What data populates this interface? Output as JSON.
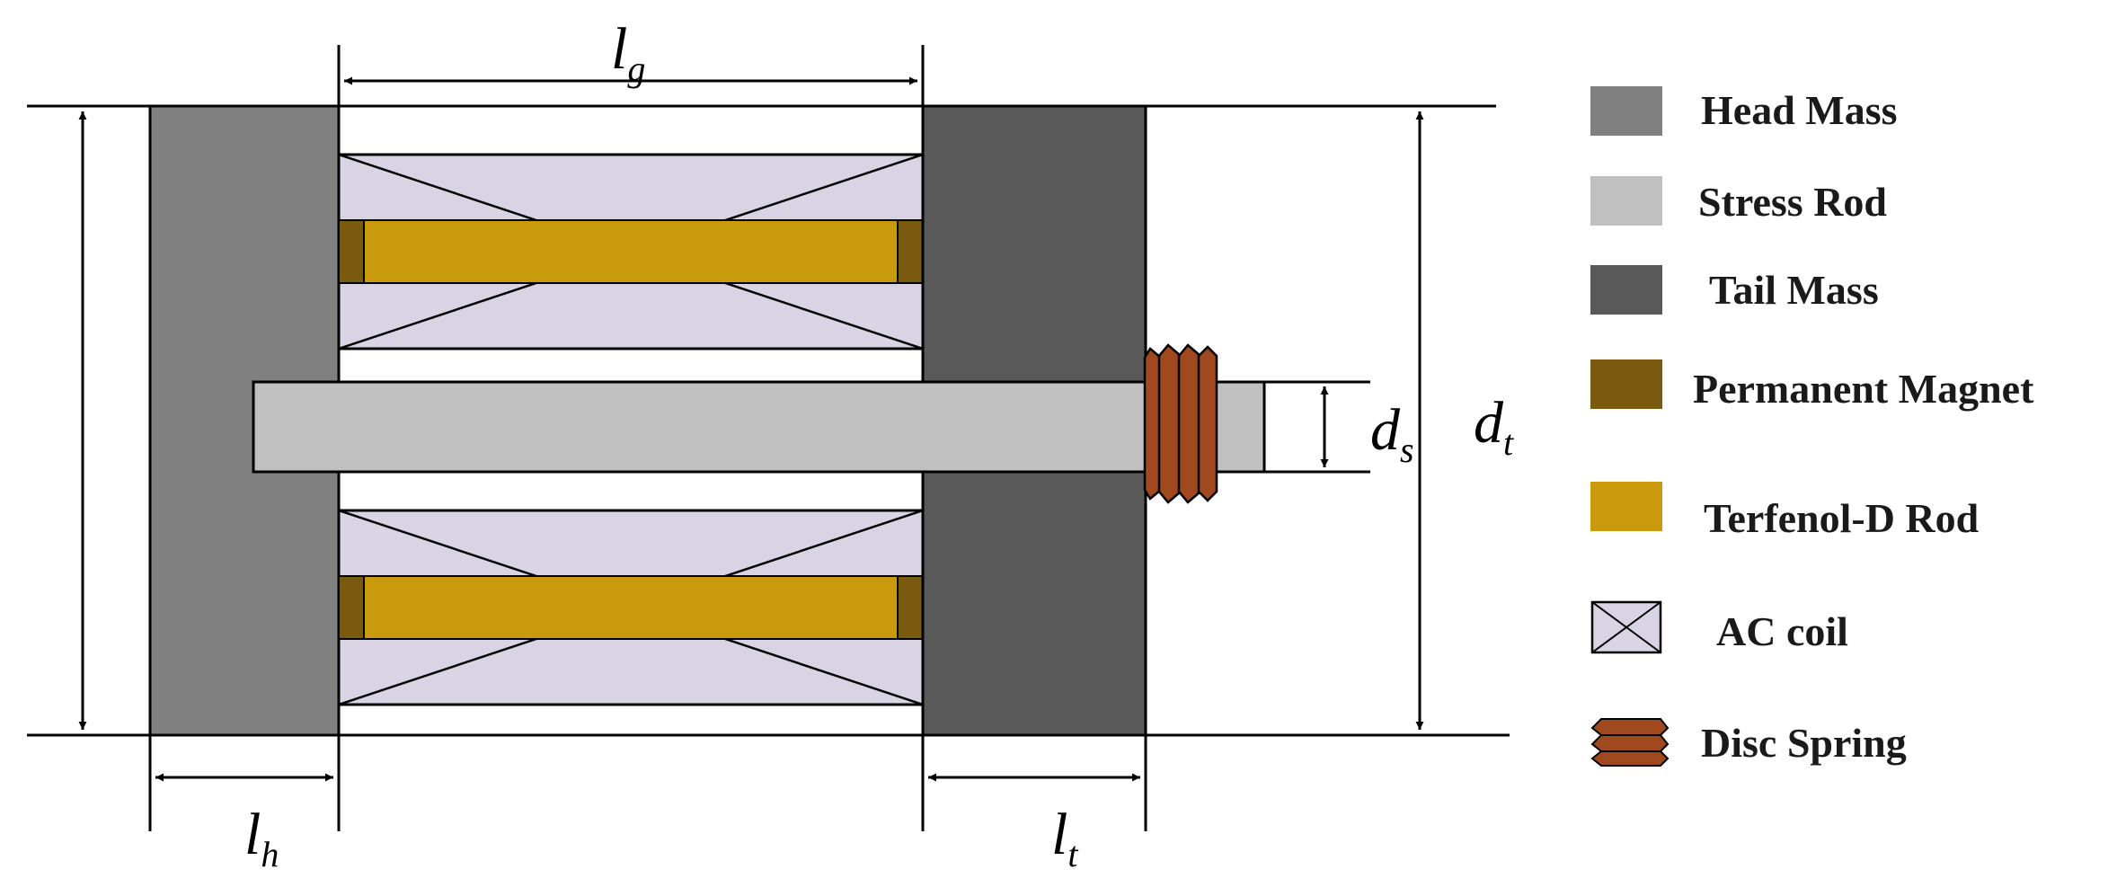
{
  "dimensions": {
    "lg": {
      "main": "l",
      "sub": "g"
    },
    "lh": {
      "main": "l",
      "sub": "h"
    },
    "lt": {
      "main": "l",
      "sub": "t"
    },
    "ds": {
      "main": "d",
      "sub": "s"
    },
    "dt": {
      "main": "d",
      "sub": "t"
    }
  },
  "legend": [
    {
      "label": "Head Mass",
      "icon": "head-mass-swatch",
      "color": "#808080"
    },
    {
      "label": "Stress Rod",
      "icon": "stress-rod-swatch",
      "color": "#c0c0c0"
    },
    {
      "label": "Tail Mass",
      "icon": "tail-mass-swatch",
      "color": "#595959"
    },
    {
      "label": "Permanent Magnet",
      "icon": "permanent-magnet-swatch",
      "color": "#7a5a0e"
    },
    {
      "label": "Terfenol-D Rod",
      "icon": "terfenol-rod-swatch",
      "color": "#c99a0c"
    },
    {
      "label": "AC coil",
      "icon": "ac-coil-swatch",
      "color": "#d8d4e4"
    },
    {
      "label": "Disc Spring",
      "icon": "disc-spring-swatch",
      "color": "#a0491f"
    }
  ],
  "colors": {
    "head_mass": "#808080",
    "tail_mass": "#595959",
    "stress_rod": "#c0c0c0",
    "magnet": "#7a5a0e",
    "terfenol": "#c99a0c",
    "coil": "#d8d4e4",
    "spring": "#a0491f",
    "line": "#000000"
  }
}
